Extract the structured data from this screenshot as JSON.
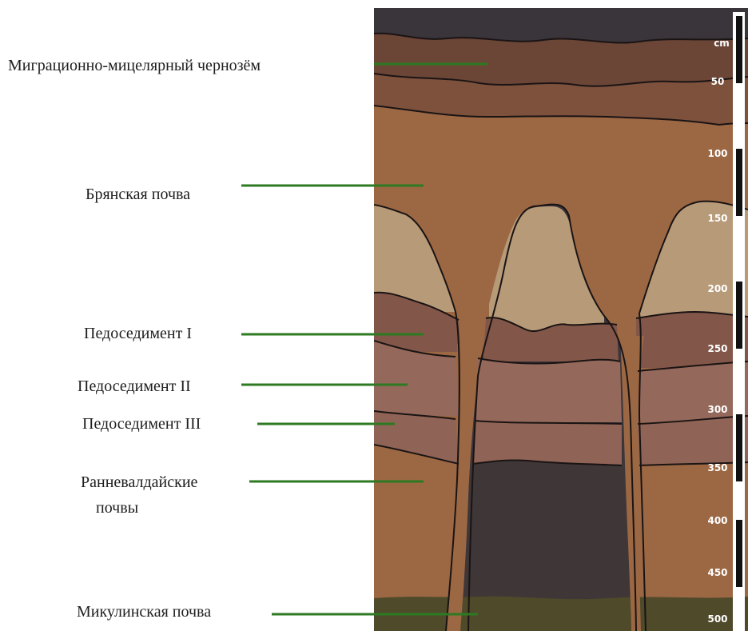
{
  "labels": {
    "migration_chernozem": "Миграционно-мицелярный чернозём",
    "bryansk_soil": "Брянская почва",
    "pedosediment_1": "Педоседимент I",
    "pedosediment_2": "Педоседимент II",
    "pedosediment_3": "Педоседимент III",
    "early_valdai_line1": "Ранневалдайские",
    "early_valdai_line2": "почвы",
    "mikulino_soil": "Микулинская почва"
  },
  "scale": {
    "unit": "cm",
    "ticks": [
      "50",
      "100",
      "150",
      "200",
      "250",
      "300",
      "350",
      "400",
      "450",
      "500"
    ]
  },
  "colors": {
    "sky": "#3a343b",
    "chernozem_upper": "#6b4536",
    "chernozem_lower": "#7e513d",
    "bryansk": "#9c6844",
    "tongue_light": "#b79a78",
    "pedosediment_1": "#825648",
    "pedosediment_2": "#94685a",
    "pedosediment_3": "#8f6355",
    "early_valdai": "#3f3637",
    "mikulino": "#4f4a2a",
    "leader_line": "#2d7a22"
  }
}
